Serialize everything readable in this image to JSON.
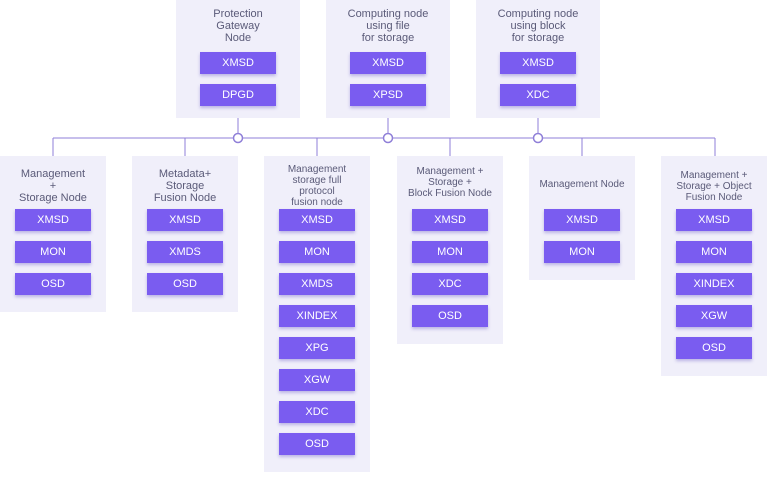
{
  "colors": {
    "panel_bg": "#f0effa",
    "service_bg": "#7a5cf0",
    "service_text": "#ffffff",
    "title_text": "#5a5a78",
    "connector": "#8f7fd8"
  },
  "top_nodes": [
    {
      "title": "Protection\nGateway\nNode",
      "services": [
        "XMSD",
        "DPGD"
      ]
    },
    {
      "title": "Computing node\nusing file\nfor storage",
      "services": [
        "XMSD",
        "XPSD"
      ]
    },
    {
      "title": "Computing node\nusing block\nfor storage",
      "services": [
        "XMSD",
        "XDC"
      ]
    }
  ],
  "bottom_nodes": [
    {
      "title": "Management\n+\nStorage Node",
      "services": [
        "XMSD",
        "MON",
        "OSD"
      ]
    },
    {
      "title": "Metadata+\nStorage\nFusion Node",
      "services": [
        "XMSD",
        "XMDS",
        "OSD"
      ]
    },
    {
      "title": "Management\nstorage full\nprotocol\nfusion node",
      "services": [
        "XMSD",
        "MON",
        "XMDS",
        "XINDEX",
        "XPG",
        "XGW",
        "XDC",
        "OSD"
      ]
    },
    {
      "title": "Management +\nStorage +\nBlock Fusion Node",
      "services": [
        "XMSD",
        "MON",
        "XDC",
        "OSD"
      ]
    },
    {
      "title": "Management Node",
      "services": [
        "XMSD",
        "MON"
      ]
    },
    {
      "title": "Management +\nStorage + Object\nFusion Node",
      "services": [
        "XMSD",
        "MON",
        "XINDEX",
        "XGW",
        "OSD"
      ]
    }
  ]
}
